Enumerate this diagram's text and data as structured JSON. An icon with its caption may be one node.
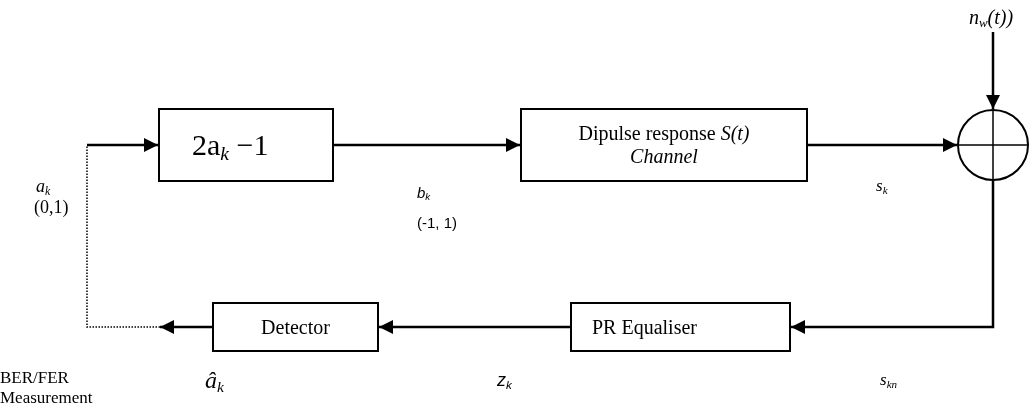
{
  "diagram": {
    "nodes": [
      {
        "text": [
          "2a$_{k}$ −1"
        ]
      },
      {
        "text": [
          "Dipulse response *S(t)* *Channel*"
        ]
      },
      {
        "text": [],
        "shape": "circle"
      },
      {
        "text": [
          "PR Equaliser"
        ]
      },
      {
        "text": [
          "Detector"
        ]
      },
      {
        "text": [
          "n$_{w}$(t))"
        ]
      }
    ],
    "edges": [
      {
        "from": null,
        "to": 0,
        "arrow": "to"
      },
      {
        "from": 0,
        "to": 1,
        "arrow": "to"
      },
      {
        "from": 1,
        "to": 2,
        "arrow": "to"
      },
      {
        "from": 5,
        "to": 2,
        "arrow": "to"
      },
      {
        "from": 2,
        "to": 3,
        "arrow": "to"
      },
      {
        "from": 3,
        "to": 4,
        "arrow": "to"
      },
      {
        "from": 4,
        "to": null,
        "arrow": "to"
      }
    ],
    "labels": [
      "a$_{k}$",
      "(0,1)",
      "b$_{k}$",
      "(-1, 1)",
      "s$_{k}$",
      "BER/FER Measurement",
      "â$_{k}$",
      "z$_{k}$",
      "s$_{kn}$"
    ]
  }
}
